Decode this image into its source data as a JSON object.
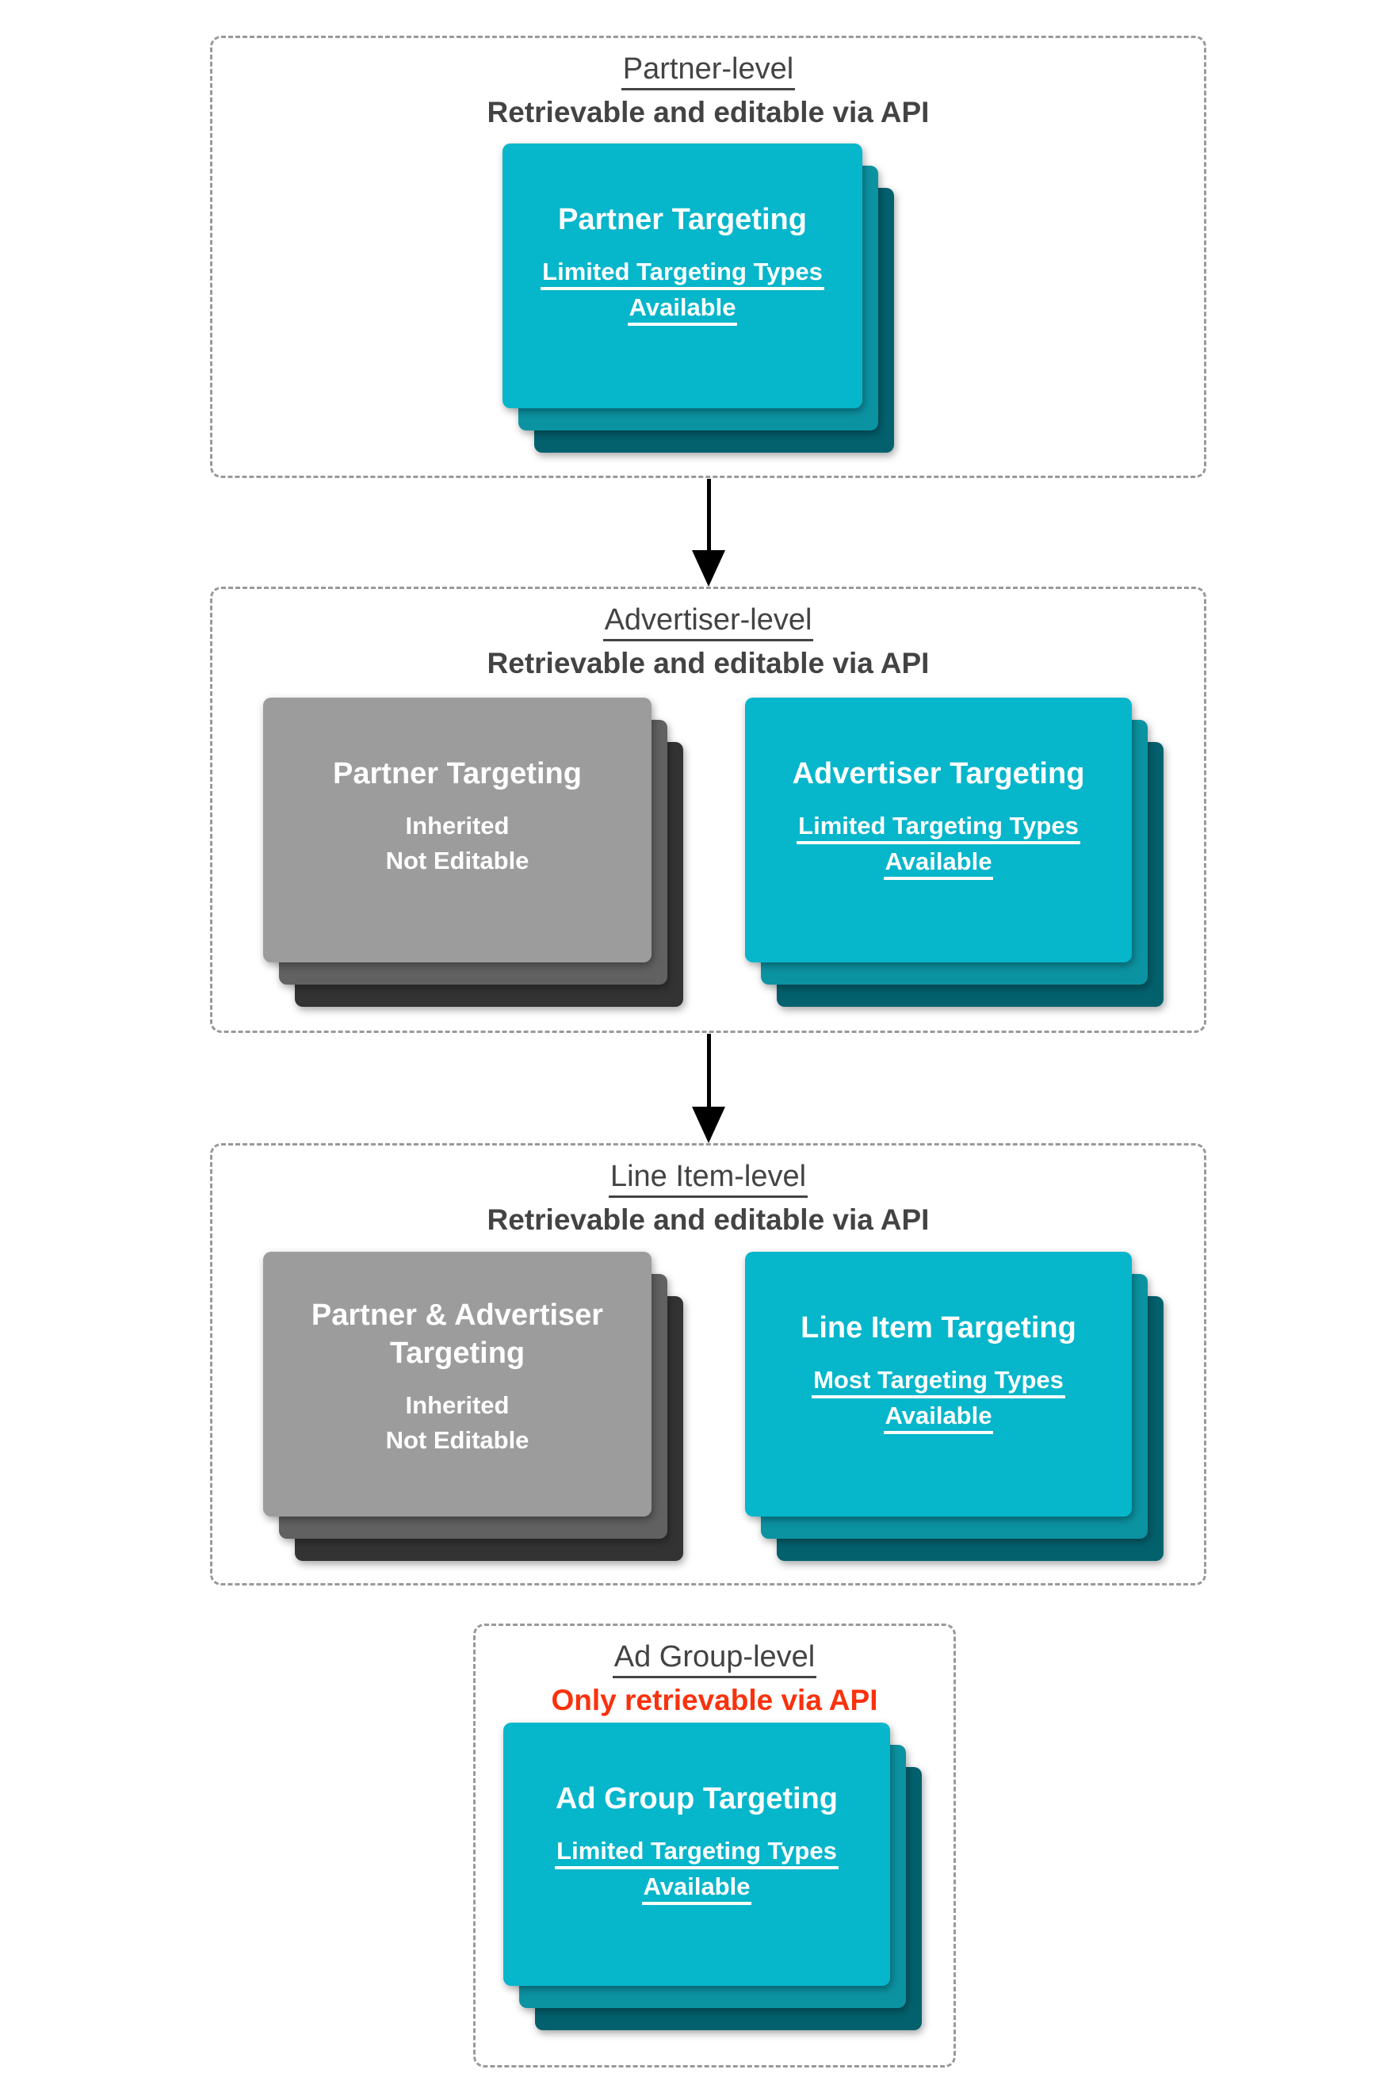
{
  "colors": {
    "background": "#ffffff",
    "box_border": "#999999",
    "heading_text": "#434343",
    "alert_red": "#f9320e",
    "card_text": "#ffffff",
    "card_teal": "#06b6cb",
    "card_teal_mid": "#0c93a2",
    "card_teal_back": "#03616e",
    "card_gray": "#9c9c9c",
    "card_gray_mid": "#616161",
    "card_gray_back": "#333333",
    "arrow_black": "#000000"
  },
  "sections": [
    {
      "title": "Partner-level",
      "subtitle": "Retrievable and editable via API",
      "cards": [
        {
          "title": "Partner Targeting",
          "lines": [
            "Limited Targeting Types",
            "Available"
          ]
        }
      ]
    },
    {
      "title": "Advertiser-level",
      "subtitle": "Retrievable and editable via API",
      "cards": [
        {
          "title": "Partner Targeting",
          "lines": [
            "Inherited",
            "Not Editable"
          ]
        },
        {
          "title": "Advertiser Targeting",
          "lines": [
            "Limited Targeting Types",
            "Available"
          ]
        }
      ]
    },
    {
      "title": "Line Item-level",
      "subtitle": "Retrievable and editable via API",
      "cards": [
        {
          "title": "Partner & Advertiser Targeting",
          "lines": [
            "Inherited",
            "Not Editable"
          ]
        },
        {
          "title": "Line Item Targeting",
          "lines": [
            "Most Targeting Types",
            "Available"
          ]
        }
      ]
    },
    {
      "title": "Ad Group-level",
      "subtitle": "Only retrievable via API",
      "cards": [
        {
          "title": "Ad Group Targeting",
          "lines": [
            "Limited Targeting Types",
            "Available"
          ]
        }
      ]
    }
  ]
}
